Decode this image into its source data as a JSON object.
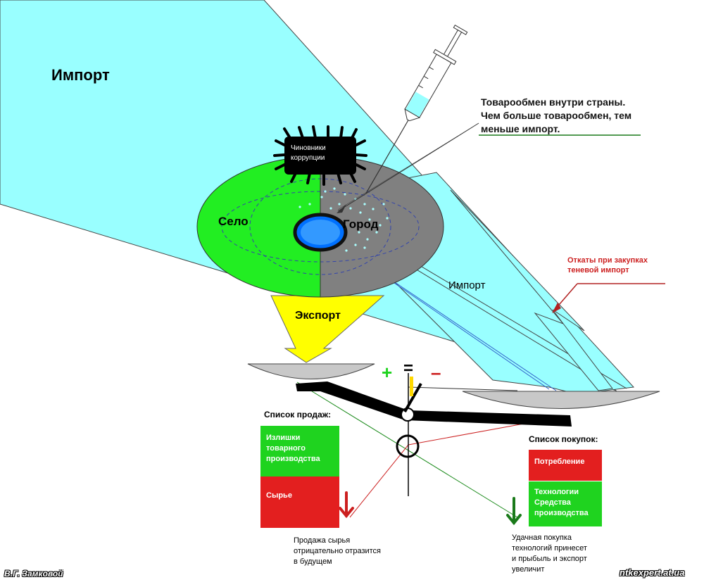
{
  "labels": {
    "import_big": "Импорт",
    "import_small": "Импорт",
    "village": "Село",
    "city": "Город",
    "export": "Экспорт",
    "corruption": "Чиновники коррупции",
    "trade_note": [
      "Товарообмен  внутри страны.",
      "Чем больше товарообмен, тем",
      "меньше импорт."
    ],
    "kickbacks": [
      "Откаты при закупках",
      "теневой импорт"
    ],
    "plus": "+",
    "equals": "=",
    "minus": "–"
  },
  "sales": {
    "title": "Список  продаж:",
    "items": [
      {
        "text": "Излишки товарного производства",
        "color": "#1fd31f"
      },
      {
        "text": "Сырье",
        "color": "#e31f1f"
      }
    ],
    "note": [
      "Продажа сырья",
      "отрицательно отразится",
      "в будущем"
    ]
  },
  "purchases": {
    "title": "Список покупок:",
    "items": [
      {
        "text": "Потребление",
        "color": "#e31f1f"
      },
      {
        "text": "Технологии Средства производства",
        "color": "#1fd31f"
      }
    ],
    "note": [
      "Удачная покупка",
      "технологий принесет",
      "и прыбыль и экспорт",
      "увеличит"
    ]
  },
  "footer": {
    "author": "В.Г. Замковой",
    "site": "ntkexpert.at.ua"
  },
  "colors": {
    "import_beam": "#99ffff",
    "village": "#22ee22",
    "city": "#808080",
    "export": "#ffff00",
    "pan": "#c8c8c8",
    "center": "#0070ff",
    "positive": "#1a8a1a",
    "negative": "#cc1f1f"
  }
}
